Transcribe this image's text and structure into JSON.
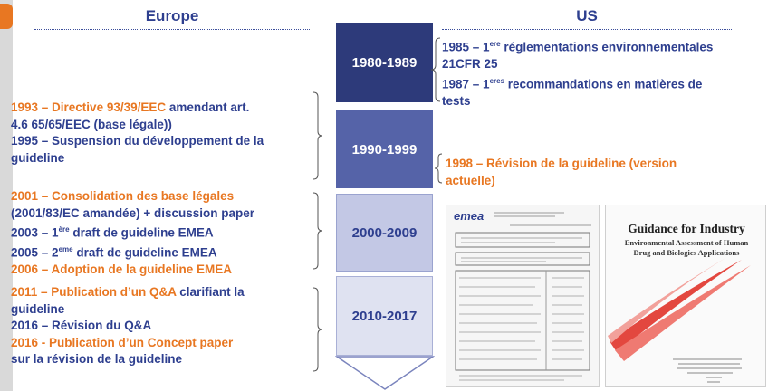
{
  "header": {
    "europe_title": "Europe",
    "us_title": "US"
  },
  "eras": [
    "1980-1989",
    "1990-1999",
    "2000-2009",
    "2010-2017"
  ],
  "europe": {
    "block1": {
      "line1_hl": "1993 – Directive 93/39/EEC",
      "line1_rest": " amendant art.",
      "line2": "4.6 65/65/EEC (base légale))",
      "line3": "1995 – Suspension du développement de la",
      "line4": "guideline"
    },
    "block2": {
      "line1": "2001 – Consolidation des base légales",
      "line2": "(2001/83/EC amandée) + discussion paper",
      "line3_pre": "2003 – 1",
      "line3_sup": "ère",
      "line3_post": " draft de guideline EMEA",
      "line4_pre": "2005 – 2",
      "line4_sup": "eme",
      "line4_post": " draft de guideline EMEA",
      "line5": "2006 – Adoption de la guideline EMEA"
    },
    "block3": {
      "line1_hl": "2011 – Publication d’un Q&A",
      "line1_rest": " clarifiant la",
      "line2": "guideline",
      "line3": "2016 – Révision du Q&A",
      "line4": "2016 - Publication d’un Concept paper",
      "line5": "sur la révision de la guideline"
    }
  },
  "us": {
    "block1": {
      "line1_pre": "1985 – 1",
      "line1_sup": "ere",
      "line1_post": " réglementations environnementales",
      "line2": "21CFR 25",
      "line3_pre": "1987 – 1",
      "line3_sup": "eres",
      "line3_post": " recommandations en matières de",
      "line4": "tests"
    },
    "block2": {
      "line1": "1998 – Révision de la guideline (version",
      "line2": "actuelle)"
    }
  },
  "documents": {
    "emea_logo": "emea",
    "guidance_title": "Guidance for Industry",
    "guidance_subtitle1": "Environmental Assessment of Human",
    "guidance_subtitle2": "Drug and Biologics Applications"
  }
}
